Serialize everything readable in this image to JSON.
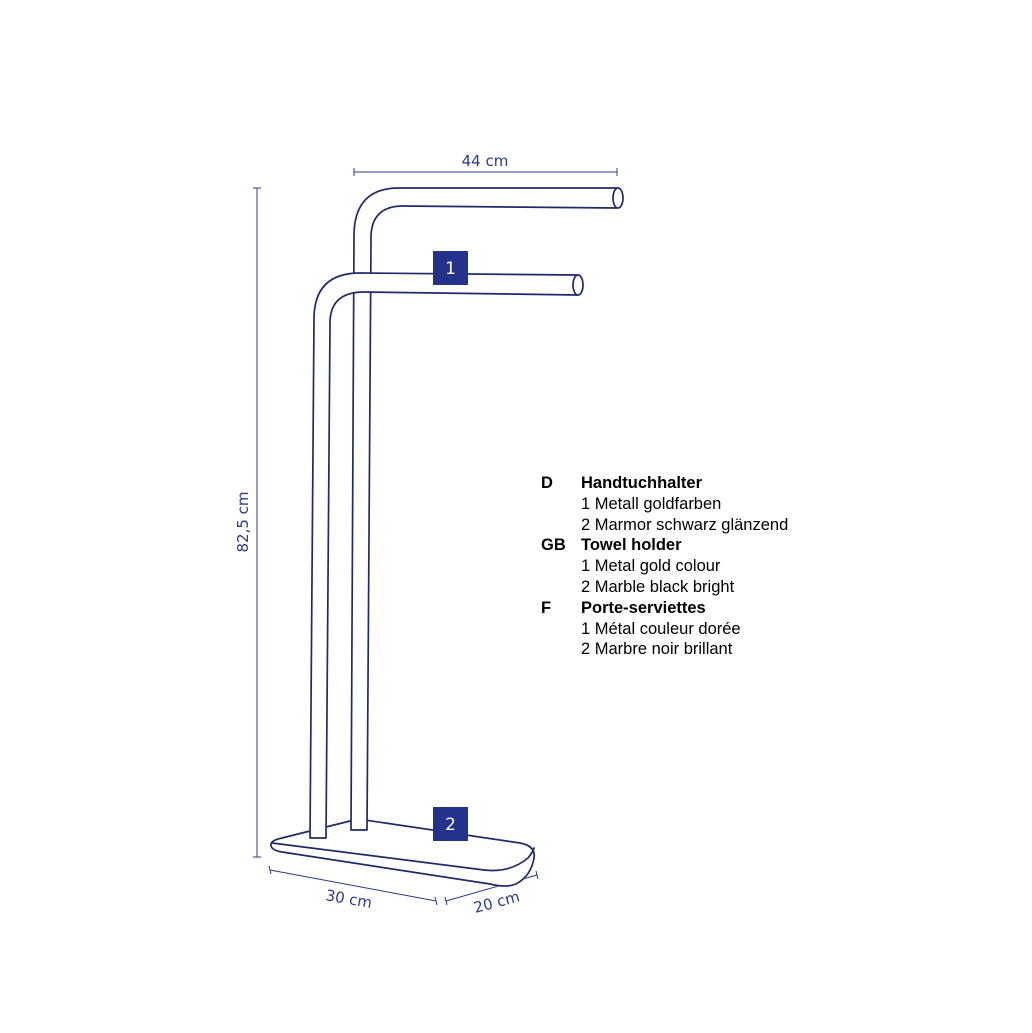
{
  "dimensions": {
    "width": "44 cm",
    "height": "82,5 cm",
    "base_length": "30 cm",
    "base_depth": "20 cm"
  },
  "badges": {
    "rail": "1",
    "base": "2"
  },
  "legend": [
    {
      "code": "D",
      "title": "Handtuchhalter",
      "items": [
        "1 Metall goldfarben",
        "2 Marmor schwarz glänzend"
      ]
    },
    {
      "code": "GB",
      "title": "Towel holder",
      "items": [
        "1 Metal gold colour",
        "2 Marble black bright"
      ]
    },
    {
      "code": "F",
      "title": "Porte-serviettes",
      "items": [
        "1 Métal couleur dorée",
        "2 Marbre noir brillant"
      ]
    }
  ],
  "colors": {
    "outline": "#1f2a6b",
    "accent": "#2b3990",
    "badge_fill": "#23328a"
  }
}
